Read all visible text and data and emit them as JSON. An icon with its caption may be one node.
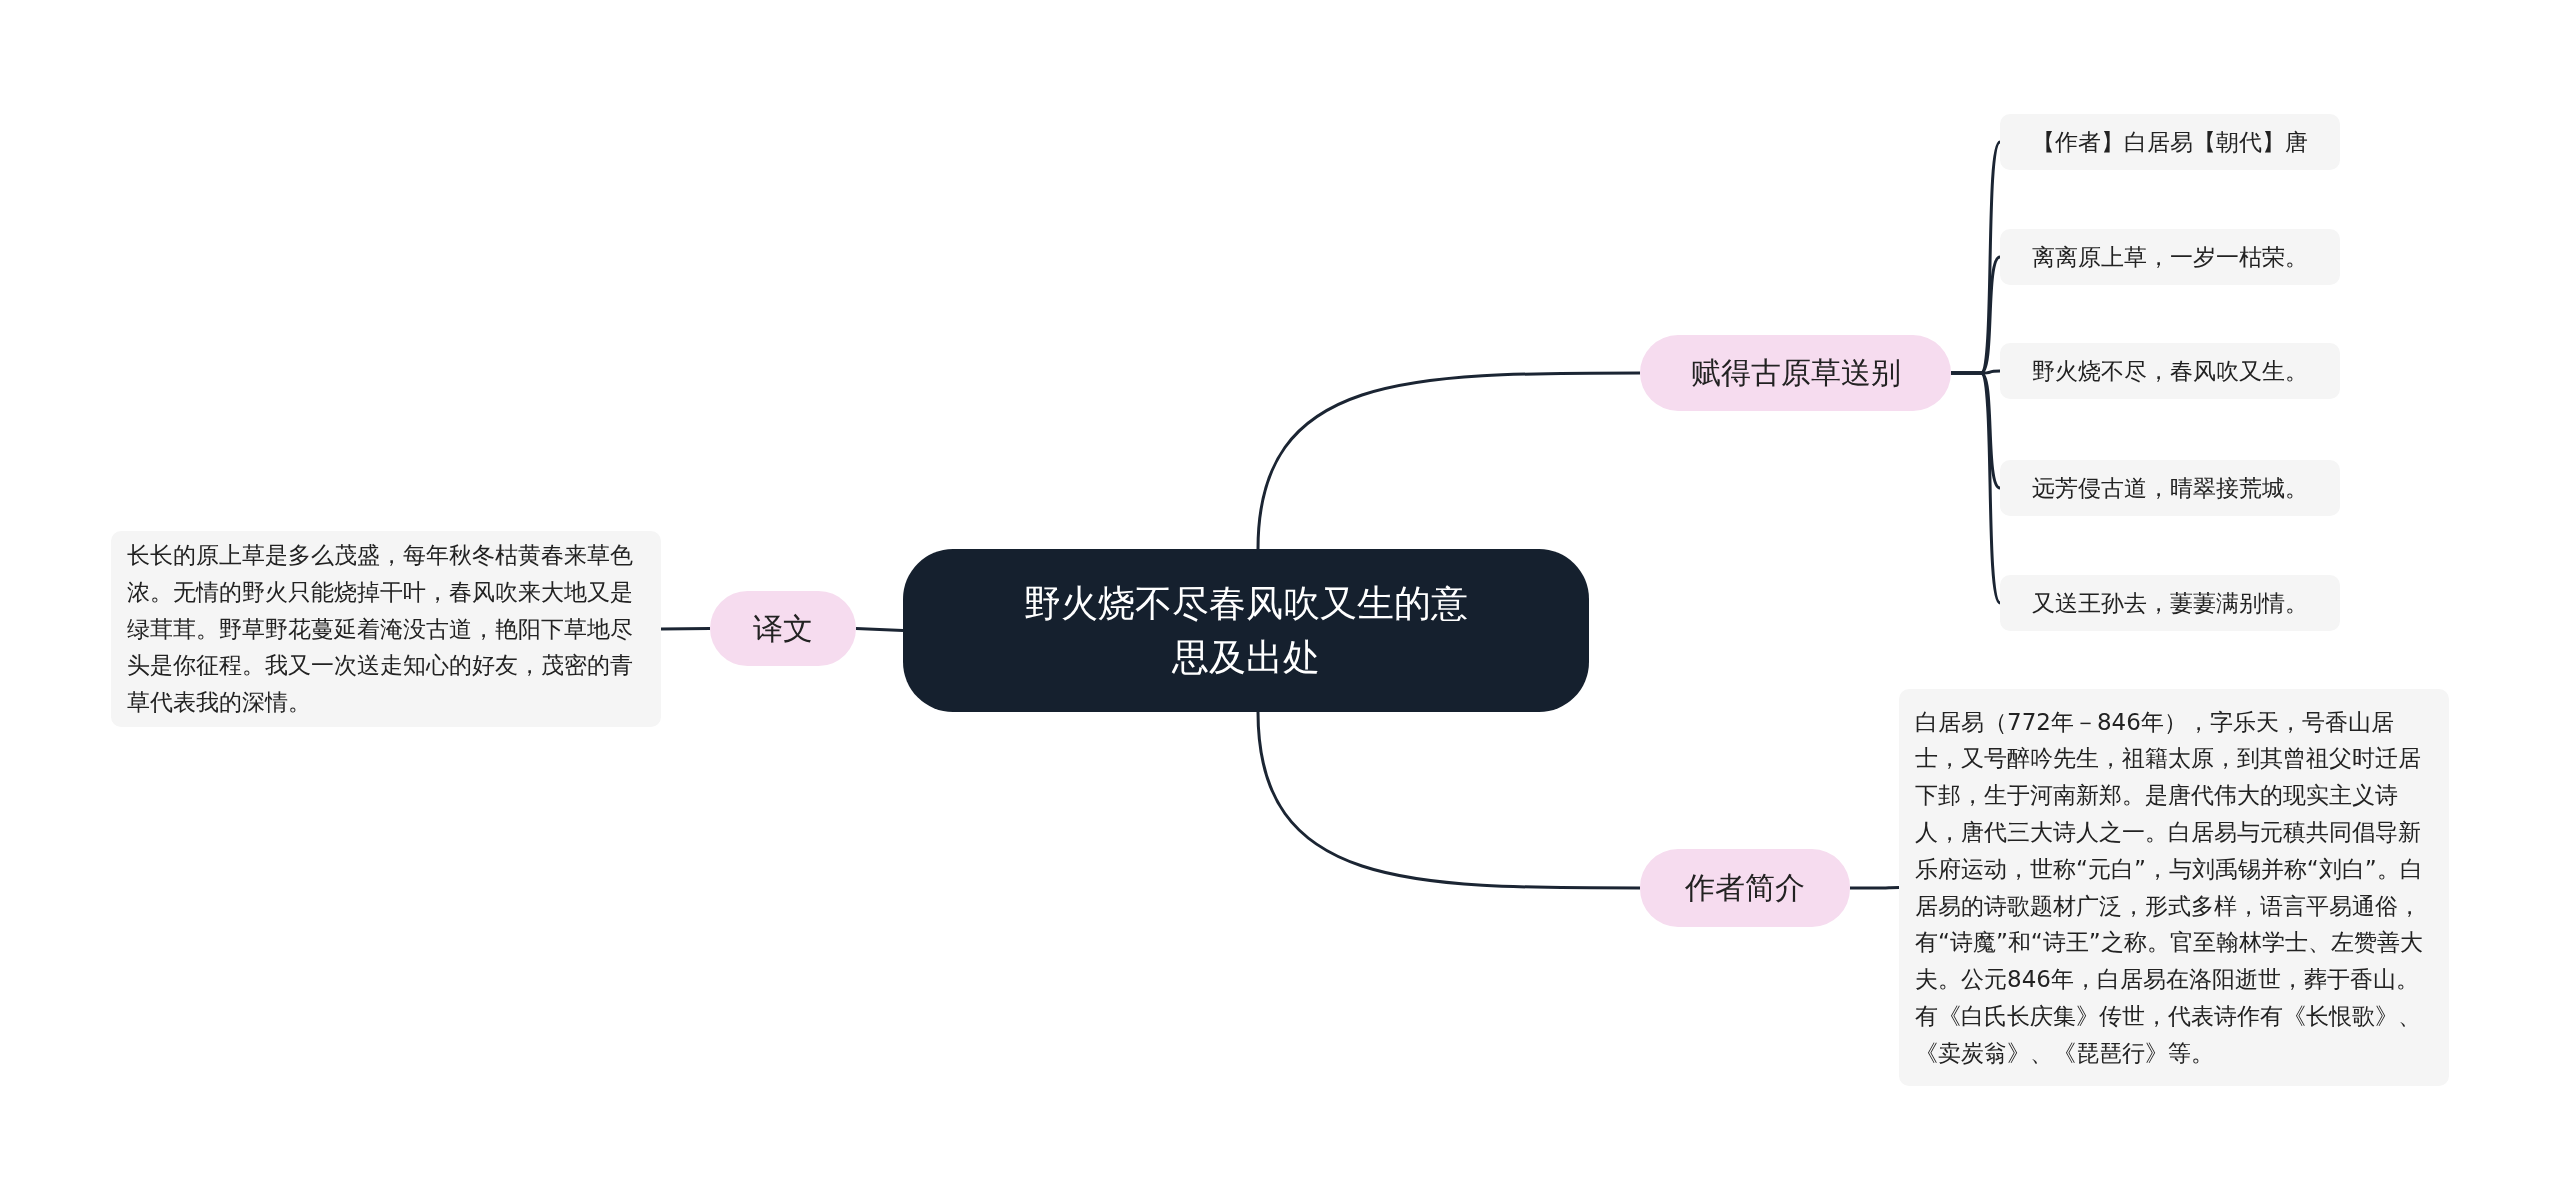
{
  "diagram": {
    "nodes": [
      {
        "text": [
          "野火烧不尽春风吹又生的意思及出处"
        ]
      },
      {
        "text": [
          "赋得古原草送别"
        ]
      },
      {
        "text": [
          "【作者】白居易【朝代】唐"
        ]
      },
      {
        "text": [
          "离离原上草，一岁一枯荣。"
        ]
      },
      {
        "text": [
          "野火烧不尽，春风吹又生。"
        ]
      },
      {
        "text": [
          "远芳侵古道，晴翠接荒城。"
        ]
      },
      {
        "text": [
          "又送王孙去，萋萋满别情。"
        ]
      },
      {
        "text": [
          "作者简介"
        ]
      },
      {
        "text": [
          "白居易（772年－846年），字乐天，号香山居士，又号醉吟先生，祖籍太原，到其曾祖父时迁居下邽，生于河南新郑。是唐代伟大的现实主义诗人，唐代三大诗人之一。白居易与元稹共同倡导新乐府运动，世称“元白”，与刘禹锡并称“刘白”。白居易的诗歌题材广泛，形式多样，语言平易通俗，有“诗魔”和“诗王”之称。官至翰林学士、左赞善大夫。公元846年，白居易在洛阳逝世，葬于香山。有《白氏长庆集》传世，代表诗作有《长恨歌》、《卖炭翁》、《琵琶行》等。"
        ]
      },
      {
        "text": [
          "译文"
        ]
      },
      {
        "text": [
          "长长的原上草是多么茂盛，每年秋冬枯黄春来草色浓。无情的野火只能烧掉干叶，春风吹来大地又是绿茸茸。野草野花蔓延着淹没古道，艳阳下草地尽头是你征程。我又一次送走知心的好友，茂密的青草代表我的深情。"
        ]
      }
    ],
    "edges": [
      {
        "from": 0,
        "to": 1,
        "arrow": "none"
      },
      {
        "from": 1,
        "to": 2,
        "arrow": "none"
      },
      {
        "from": 1,
        "to": 3,
        "arrow": "none"
      },
      {
        "from": 1,
        "to": 4,
        "arrow": "none"
      },
      {
        "from": 1,
        "to": 5,
        "arrow": "none"
      },
      {
        "from": 1,
        "to": 6,
        "arrow": "none"
      },
      {
        "from": 0,
        "to": 7,
        "arrow": "none"
      },
      {
        "from": 7,
        "to": 8,
        "arrow": "none"
      },
      {
        "from": 0,
        "to": 9,
        "arrow": "none"
      },
      {
        "from": 9,
        "to": 10,
        "arrow": "none"
      }
    ]
  }
}
